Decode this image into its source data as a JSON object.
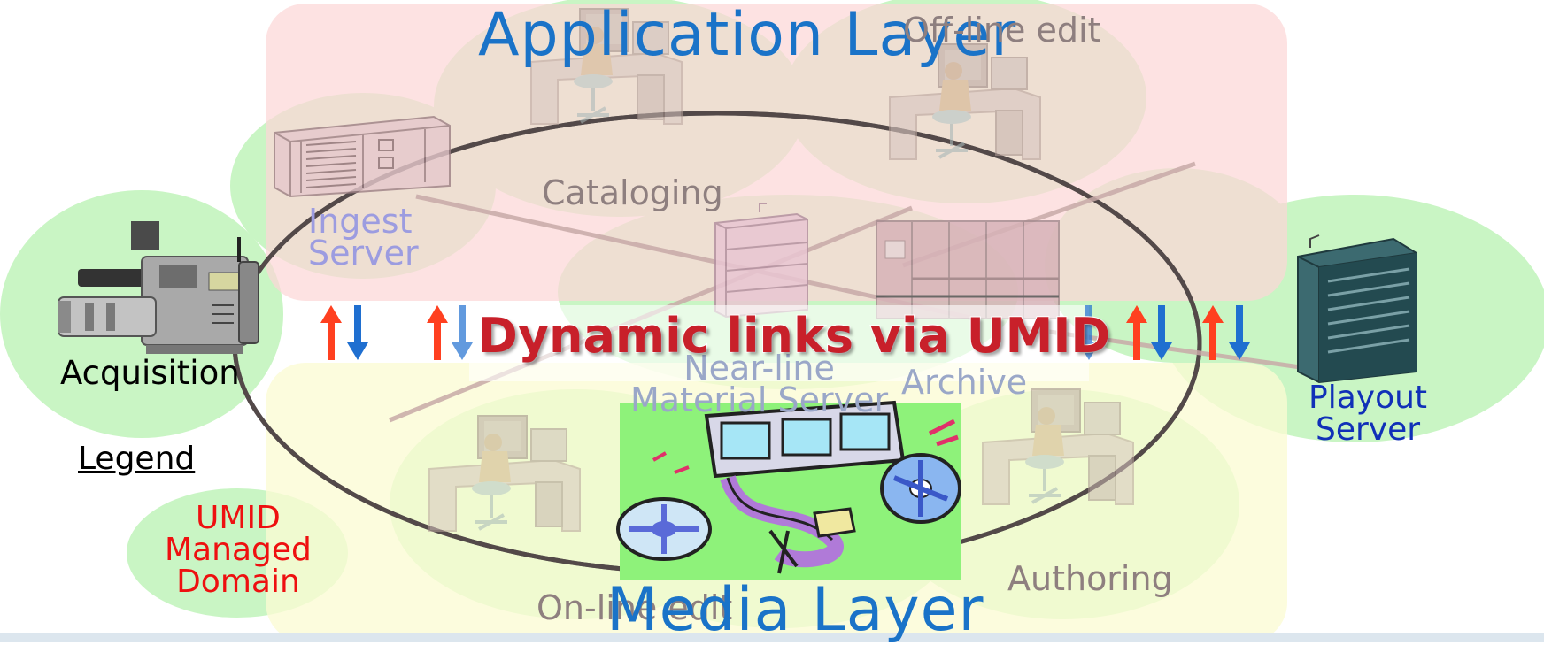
{
  "diagram": {
    "application_layer_title": "Application Layer",
    "media_layer_title": "Media Layer",
    "banner": "Dynamic links via UMID",
    "nodes": {
      "ingest_line1": "Ingest",
      "ingest_line2": "Server",
      "cataloging": "Cataloging",
      "offline_edit": "Off-line edit",
      "near_line_1": "Near-line",
      "near_line_2": "Material Server",
      "archive": "Archive",
      "acquisition": "Acquisition",
      "playout_line1": "Playout",
      "playout_line2": "Server",
      "online_edit": "On-line edit",
      "authoring": "Authoring"
    },
    "legend": {
      "title": "Legend",
      "line1": "UMID",
      "line2": "Managed",
      "line3": "Domain"
    },
    "colors": {
      "app_layer": "#fcd7d7",
      "media_layer": "#fbfbd4",
      "umid_domain": "#c9f5c4",
      "title_blue": "#1a73c8",
      "arrow_up": "#ff4020",
      "arrow_down": "#1f6fd0"
    },
    "icons": [
      "video-camera-icon",
      "ingest-server-icon",
      "workstation-icon",
      "near-line-server-icon",
      "archive-rack-icon",
      "playout-server-icon",
      "film-reel-clipart-icon",
      "up-arrow-icon",
      "down-arrow-icon"
    ]
  }
}
